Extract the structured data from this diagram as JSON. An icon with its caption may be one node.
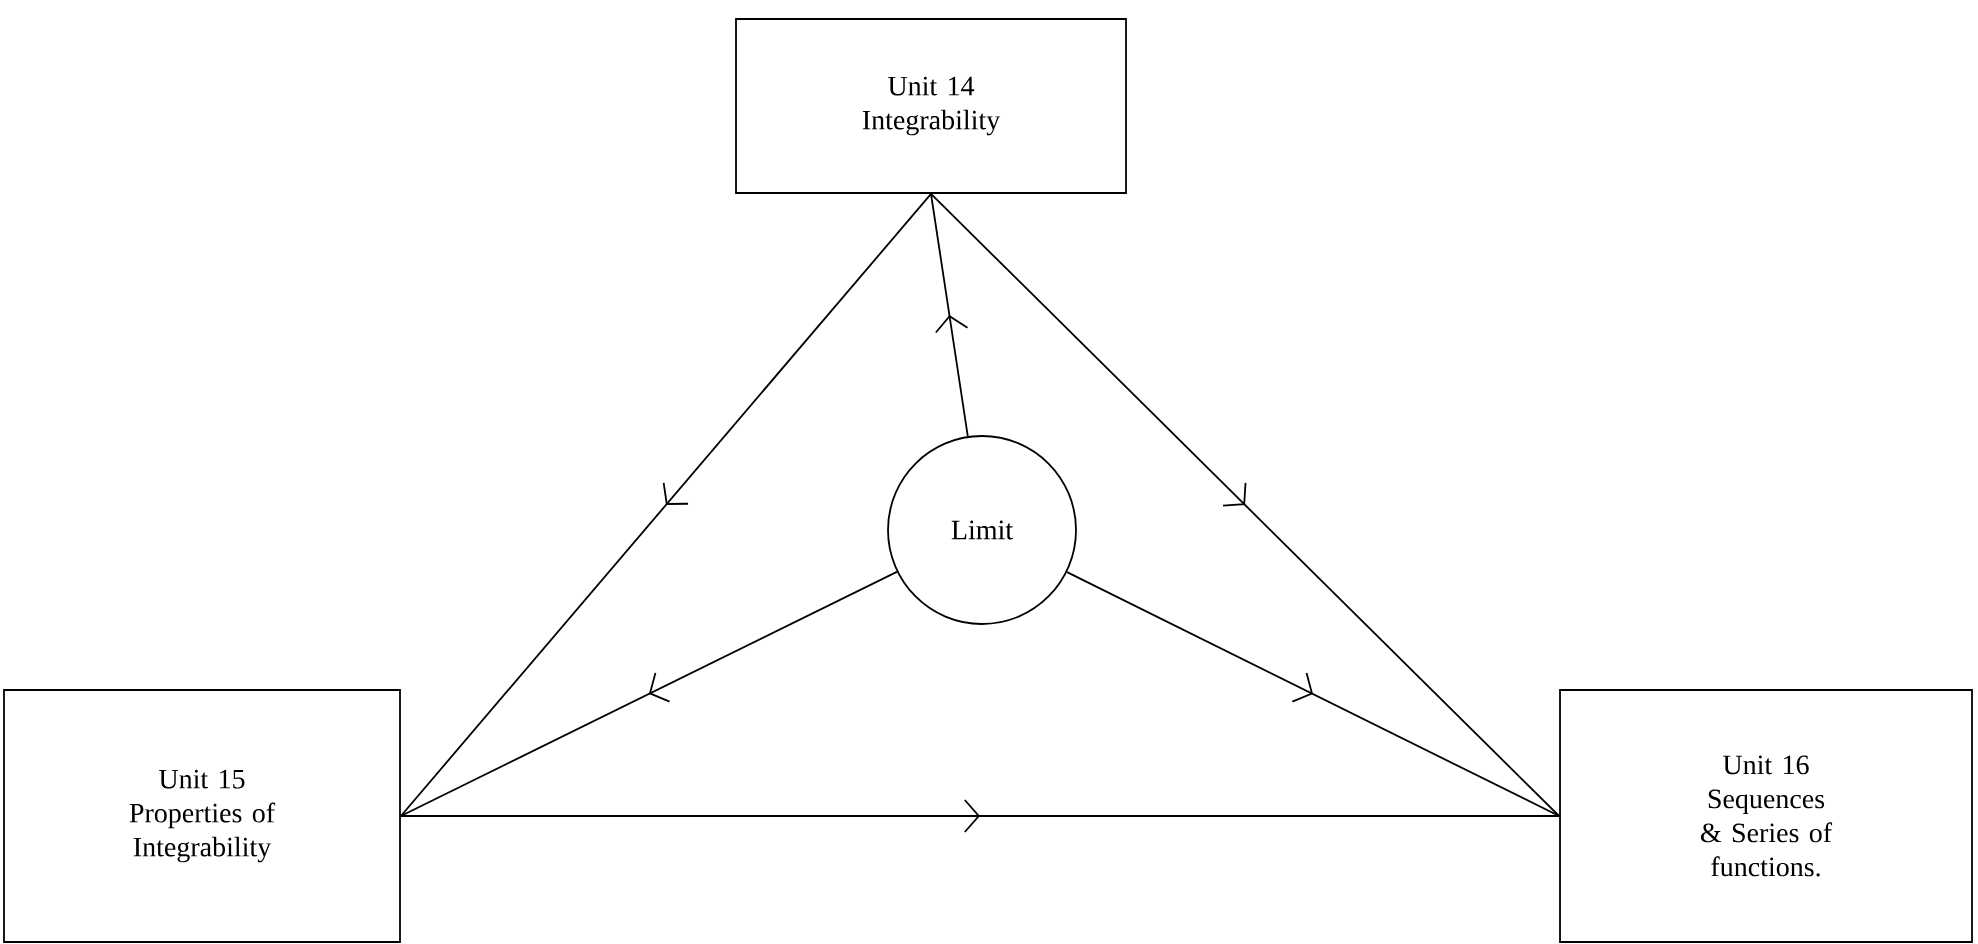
{
  "diagram": {
    "nodes": [
      {
        "text": [
          "Unit 14",
          "Integrability"
        ]
      },
      {
        "text": [
          "Limit"
        ]
      },
      {
        "text": [
          "Unit 15",
          "Properties of Integrability"
        ]
      },
      {
        "text": [
          "Unit 16",
          "Sequences & Series of functions."
        ]
      }
    ],
    "edges": [
      {
        "from": 1,
        "to": 0,
        "arrow": "to"
      },
      {
        "from": 0,
        "to": 2,
        "arrow": "to"
      },
      {
        "from": 0,
        "to": 3,
        "arrow": "to"
      },
      {
        "from": 1,
        "to": 2,
        "arrow": "to"
      },
      {
        "from": 1,
        "to": 3,
        "arrow": "to"
      },
      {
        "from": 2,
        "to": 3,
        "arrow": "to"
      }
    ]
  }
}
